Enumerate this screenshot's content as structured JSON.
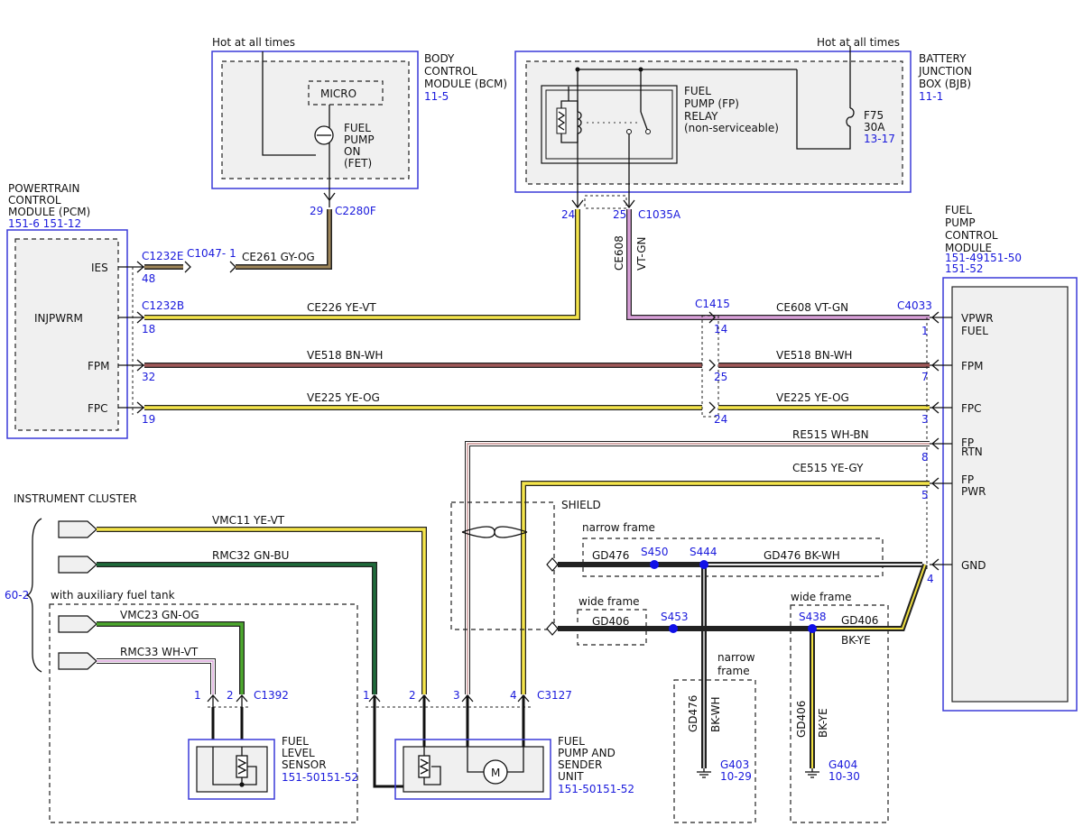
{
  "top": {
    "hot1": "Hot at all times",
    "hot2": "Hot at all times"
  },
  "bcm": {
    "name": [
      "BODY",
      "CONTROL",
      "MODULE (BCM)"
    ],
    "ref": "11-5",
    "micro": "MICRO",
    "fet": [
      "FUEL",
      "PUMP",
      "ON",
      "(FET)"
    ],
    "pin": "29",
    "conn": "C2280F"
  },
  "bjb": {
    "name": [
      "BATTERY",
      "JUNCTION",
      "BOX (BJB)"
    ],
    "ref": "11-1",
    "relay": [
      "FUEL",
      "PUMP (FP)",
      "RELAY",
      "(non-serviceable)"
    ],
    "fuse": [
      "F75",
      "30A"
    ],
    "fuse_ref": "13-17",
    "pin24": "24",
    "pin25": "25",
    "conn": "C1035A"
  },
  "pcm": {
    "name": [
      "POWERTRAIN",
      "CONTROL",
      "MODULE (PCM)"
    ],
    "ref": "151-6  151-12",
    "inner": "INJPWRM",
    "pins": [
      "IES",
      "FPM",
      "FPC"
    ]
  },
  "fpcm": {
    "name": [
      "FUEL",
      "PUMP",
      "CONTROL",
      "MODULE"
    ],
    "ref1": "151-49151-50",
    "ref2": "151-52",
    "pins": [
      "VPWR",
      "FUEL",
      "FPM",
      "FPC",
      "FP",
      "RTN",
      "FP",
      "PWR",
      "GND"
    ]
  },
  "conns": {
    "c1232e": "C1232E",
    "c1047": "C1047- 1",
    "c1232b": "C1232B",
    "c1415": "C1415",
    "c4033": "C4033",
    "c1392": "C1392",
    "c3127": "C3127"
  },
  "pins": {
    "p48": "48",
    "p18": "18",
    "p32": "32",
    "p19": "19",
    "p14": "14",
    "p25": "25",
    "p24": "24",
    "p1": "1",
    "p7": "7",
    "p3": "3",
    "p8": "8",
    "p5": "5",
    "p4": "4"
  },
  "wires": {
    "ce261": "CE261  GY-OG",
    "ce226": "CE226  YE-VT",
    "ve518a": "VE518  BN-WH",
    "ve225a": "VE225  YE-OG",
    "ce608": "CE608  VT-GN",
    "ve518b": "VE518  BN-WH",
    "ve225b": "VE225  YE-OG",
    "re515": "RE515    WH-BN",
    "ce515": "CE515    YE-GY",
    "ce608v": "CE608",
    "vtgn": "VT-GN",
    "vmc11": "VMC11   YE-VT",
    "rmc32": "RMC32   GN-BU",
    "vmc23": "VMC23   GN-OG",
    "rmc33": "RMC33   WH-VT",
    "gd476a": "GD476",
    "gd476b": "GD476  BK-WH",
    "gd406a": "GD406",
    "gd406b": "GD406",
    "bkye": "BK-YE",
    "gd476v": "GD476",
    "bkwh": "BK-WH",
    "gd406v": "GD406",
    "bkye2": "BK-YE"
  },
  "cluster": {
    "title": "INSTRUMENT CLUSTER",
    "ref": "60-2",
    "aux": "with auxiliary fuel tank"
  },
  "sender": {
    "name": [
      "FUEL",
      "PUMP AND",
      "SENDER",
      "UNIT"
    ],
    "ref": "151-50151-52",
    "m": "M"
  },
  "level": {
    "name": [
      "FUEL",
      "LEVEL",
      "SENSOR"
    ],
    "ref": "151-50151-52"
  },
  "splices": {
    "s450": "S450",
    "s444": "S444",
    "s453": "S453",
    "s438": "S438"
  },
  "grounds": {
    "g403": "G403",
    "g403r": "10-29",
    "g404": "G404",
    "g404r": "10-30"
  },
  "frames": {
    "narrow1": "narrow frame",
    "wide1": "wide frame",
    "wide2": "wide frame",
    "narrow2": [
      "narrow",
      "frame"
    ],
    "shield": "SHIELD"
  },
  "cpins": {
    "a1": "1",
    "a2": "2",
    "b1": "1",
    "b2": "2",
    "b3": "3",
    "b4": "4"
  }
}
